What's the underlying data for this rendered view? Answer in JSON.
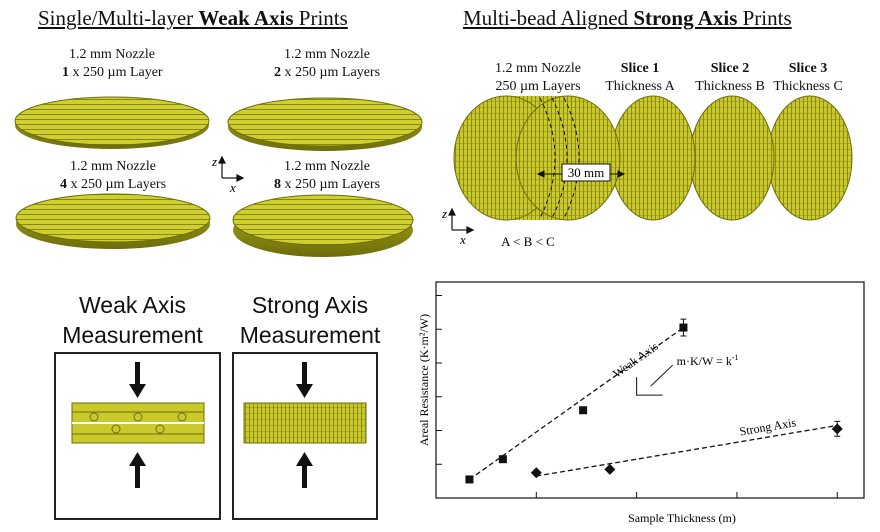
{
  "colors": {
    "yellow": "#c7c72a",
    "yellow_dark": "#8e8e14",
    "yellow_light": "#e3e36a",
    "ink": "#111111"
  },
  "left_panel": {
    "title_prefix": "Single/Multi-layer ",
    "title_bold": "Weak Axis",
    "title_suffix": " Prints",
    "prints": [
      {
        "nozzle": "1.2 mm Nozzle",
        "count": "1",
        "layers": " x 250 µm Layer"
      },
      {
        "nozzle": "1.2 mm Nozzle",
        "count": "2",
        "layers": " x 250 µm Layers"
      },
      {
        "nozzle": "1.2 mm Nozzle",
        "count": "4",
        "layers": " x 250 µm Layers"
      },
      {
        "nozzle": "1.2 mm Nozzle",
        "count": "8",
        "layers": " x 250 µm Layers"
      }
    ],
    "axes": {
      "z": "z",
      "x": "x"
    }
  },
  "right_panel": {
    "title_prefix": "Multi-bead Aligned ",
    "title_bold": "Strong Axis",
    "title_suffix": " Prints",
    "nozzle": "1.2 mm Nozzle",
    "layers": "250 µm Layers",
    "slices": [
      {
        "name": "Slice 1",
        "thickness": "Thickness A"
      },
      {
        "name": "Slice 2",
        "thickness": "Thickness B"
      },
      {
        "name": "Slice 3",
        "thickness": "Thickness C"
      }
    ],
    "dimension": "30 mm",
    "relation": "A < B < C",
    "axes": {
      "z": "z",
      "x": "x"
    }
  },
  "measurements": {
    "weak": {
      "line1": "Weak Axis",
      "line2": "Measurement"
    },
    "strong": {
      "line1": "Strong Axis",
      "line2": "Measurement"
    }
  },
  "chart_data": {
    "type": "scatter",
    "xlabel": "Sample Thickness (m)",
    "ylabel": "Areal Resistance (K·m²/W)",
    "series": [
      {
        "name": "Weak Axis",
        "marker": "square",
        "x": [
          0.5,
          1.0,
          2.2,
          3.7
        ],
        "y": [
          0.55,
          1.15,
          2.6,
          5.05
        ],
        "err": [
          0,
          0,
          0,
          0.25
        ],
        "fit": [
          [
            0.5,
            0.55
          ],
          [
            3.7,
            5.05
          ]
        ]
      },
      {
        "name": "Strong Axis",
        "marker": "diamond",
        "x": [
          1.5,
          2.6,
          6.0
        ],
        "y": [
          0.75,
          0.85,
          2.05
        ],
        "err": [
          0,
          0,
          0.22
        ],
        "fit": [
          [
            1.5,
            0.65
          ],
          [
            6.0,
            2.15
          ]
        ]
      }
    ],
    "annotation": "m·K/W = k",
    "annotation_sup": "-1",
    "xlim": [
      0,
      6.4
    ],
    "ylim": [
      0,
      6.4
    ],
    "grid": false,
    "show_tick_labels": false
  }
}
